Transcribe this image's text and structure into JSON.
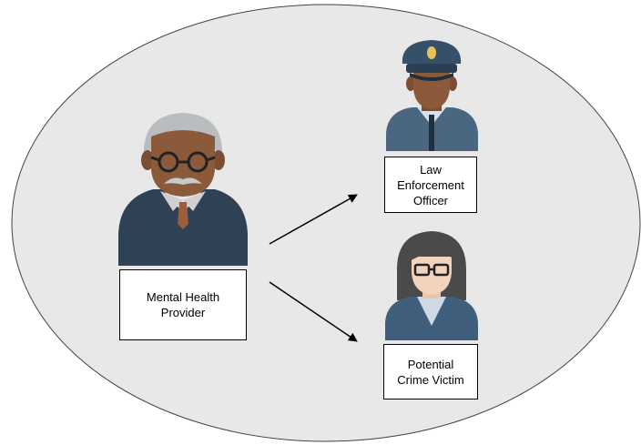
{
  "labels": {
    "provider": [
      "Mental Health",
      "Provider"
    ],
    "officer": [
      "Law",
      "Enforcement",
      "Officer"
    ],
    "victim": [
      "Potential",
      "Crime Victim"
    ]
  },
  "icons": {
    "provider": "elderly-man-with-glasses-and-mustache-icon",
    "officer": "police-officer-icon",
    "victim": "woman-with-glasses-icon"
  },
  "colors": {
    "ellipse_fill": "#e8e8e8",
    "ellipse_stroke": "#444444",
    "provider_skin": "#8a5a3b",
    "provider_hair": "#b9bdbf",
    "provider_sweater": "#2e4155",
    "officer_skin": "#8a5a3b",
    "officer_uniform": "#4b6680",
    "officer_cap": "#36506a",
    "badge": "#e8c35a",
    "victim_skin": "#f2d3bd",
    "victim_hair": "#4a4a4a",
    "victim_jacket": "#3f5f7c",
    "arrow": "#000000"
  }
}
